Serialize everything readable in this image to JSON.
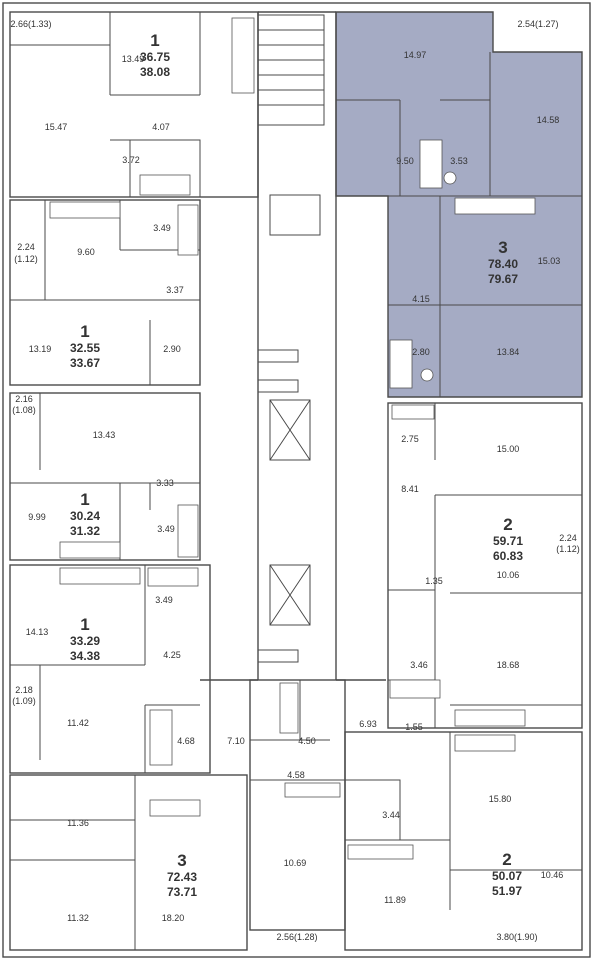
{
  "theme": {
    "highlight_fill": "#a5abc4",
    "wall_color": "#4a4a4a"
  },
  "apartments": [
    {
      "id": "apt-1-top",
      "rooms": "1",
      "area_living": "36.75",
      "area_total": "38.08"
    },
    {
      "id": "apt-1-b",
      "rooms": "1",
      "area_living": "32.55",
      "area_total": "33.67"
    },
    {
      "id": "apt-1-c",
      "rooms": "1",
      "area_living": "30.24",
      "area_total": "31.32"
    },
    {
      "id": "apt-1-d",
      "rooms": "1",
      "area_living": "33.29",
      "area_total": "34.38"
    },
    {
      "id": "apt-3-bottom",
      "rooms": "3",
      "area_living": "72.43",
      "area_total": "73.71"
    },
    {
      "id": "apt-3-highlight",
      "rooms": "3",
      "area_living": "78.40",
      "area_total": "79.67"
    },
    {
      "id": "apt-2-mid",
      "rooms": "2",
      "area_living": "59.71",
      "area_total": "60.83"
    },
    {
      "id": "apt-2-bottom",
      "rooms": "2",
      "area_living": "50.07",
      "area_total": "51.97"
    }
  ],
  "room_areas": [
    "2.66(1.33)",
    "13.49",
    "15.47",
    "4.07",
    "3.72",
    "2.24",
    "(1.12)",
    "9.60",
    "3.49",
    "3.37",
    "13.19",
    "2.90",
    "2.16",
    "(1.08)",
    "13.43",
    "3.33",
    "9.99",
    "3.49",
    "14.13",
    "3.49",
    "4.25",
    "2.18",
    "(1.09)",
    "11.42",
    "4.68",
    "7.10",
    "11.36",
    "11.32",
    "18.20",
    "4.50",
    "4.58",
    "10.69",
    "2.56(1.28)",
    "14.97",
    "2.54(1.27)",
    "14.58",
    "9.50",
    "3.53",
    "15.03",
    "4.15",
    "2.80",
    "13.84",
    "2.75",
    "15.00",
    "8.41",
    "2.24",
    "(1.12)",
    "10.06",
    "1.35",
    "3.46",
    "18.68",
    "6.93",
    "1.55",
    "3.44",
    "15.80",
    "10.46",
    "11.89",
    "3.80(1.90)"
  ]
}
